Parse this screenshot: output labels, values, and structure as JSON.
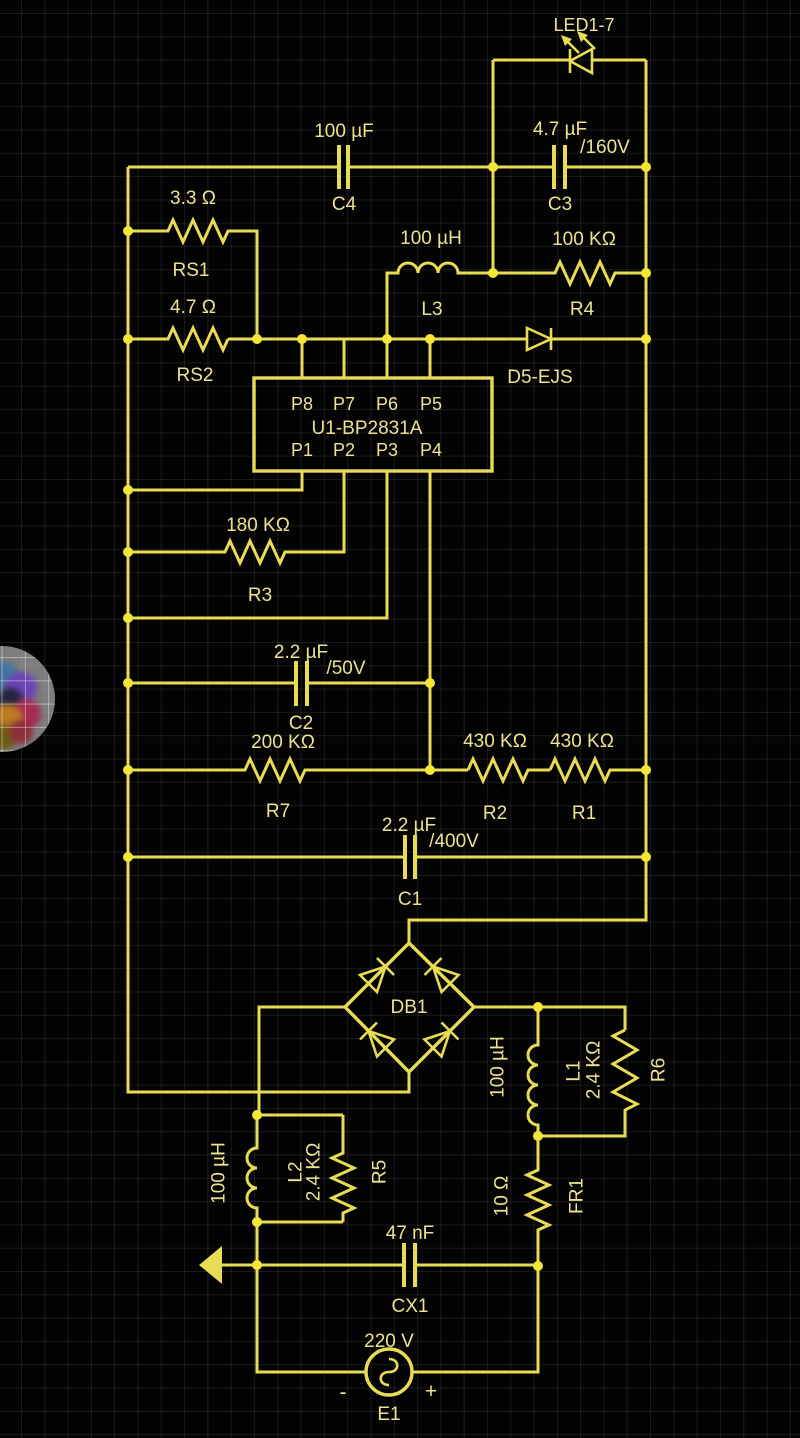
{
  "theme": {
    "wire_color": "#e8dc55",
    "junction_color": "#f2e636",
    "label_color": "#eae390",
    "grid_line": "rgba(255,255,255,0.09)",
    "bubble_base": "rgba(200,200,200,0.62)"
  },
  "overlay_bubble": {
    "icon": "floating-app-bubble",
    "colors": [
      "#44749e",
      "#6a44b4",
      "#232741",
      "#a62c52",
      "#bf7a22",
      "#6f5c16",
      "#8c2f3a"
    ]
  },
  "components": {
    "led1": {
      "name": "LED1-7"
    },
    "c4": {
      "value": "100 µF",
      "name": "C4"
    },
    "c3": {
      "value": "4.7 µF",
      "rating": "/160V",
      "name": "C3"
    },
    "rs1": {
      "value": "3.3 Ω",
      "name": "RS1"
    },
    "rs2": {
      "value": "4.7 Ω",
      "name": "RS2"
    },
    "l3": {
      "value": "100 µH",
      "name": "L3"
    },
    "r4": {
      "value": "100 KΩ",
      "name": "R4"
    },
    "d5": {
      "name": "D5-EJS"
    },
    "u1": {
      "name": "U1-BP2831A",
      "pins_top": [
        "P8",
        "P7",
        "P6",
        "P5"
      ],
      "pins_bottom": [
        "P1",
        "P2",
        "P3",
        "P4"
      ]
    },
    "r3": {
      "value": "180 KΩ",
      "name": "R3"
    },
    "c2": {
      "value": "2.2 µF",
      "rating": "/50V",
      "name": "C2"
    },
    "r7": {
      "value": "200 KΩ",
      "name": "R7"
    },
    "r2": {
      "value": "430 KΩ",
      "name": "R2"
    },
    "r1": {
      "value": "430 KΩ",
      "name": "R1"
    },
    "c1": {
      "value": "2.2 µF",
      "rating": "/400V",
      "name": "C1"
    },
    "db1": {
      "name": "DB1"
    },
    "l1": {
      "value": "100 µH",
      "name": "L1"
    },
    "r6": {
      "value": "2.4 KΩ",
      "name": "R6"
    },
    "l2": {
      "value": "100 µH",
      "name": "L2"
    },
    "r5": {
      "value": "2.4 KΩ",
      "name": "R5"
    },
    "fr1": {
      "value": "10 Ω",
      "name": "FR1"
    },
    "cx1": {
      "value": "47 nF",
      "name": "CX1"
    },
    "e1": {
      "value": "220 V",
      "name": "E1",
      "negative": "-",
      "positive": "+"
    }
  }
}
